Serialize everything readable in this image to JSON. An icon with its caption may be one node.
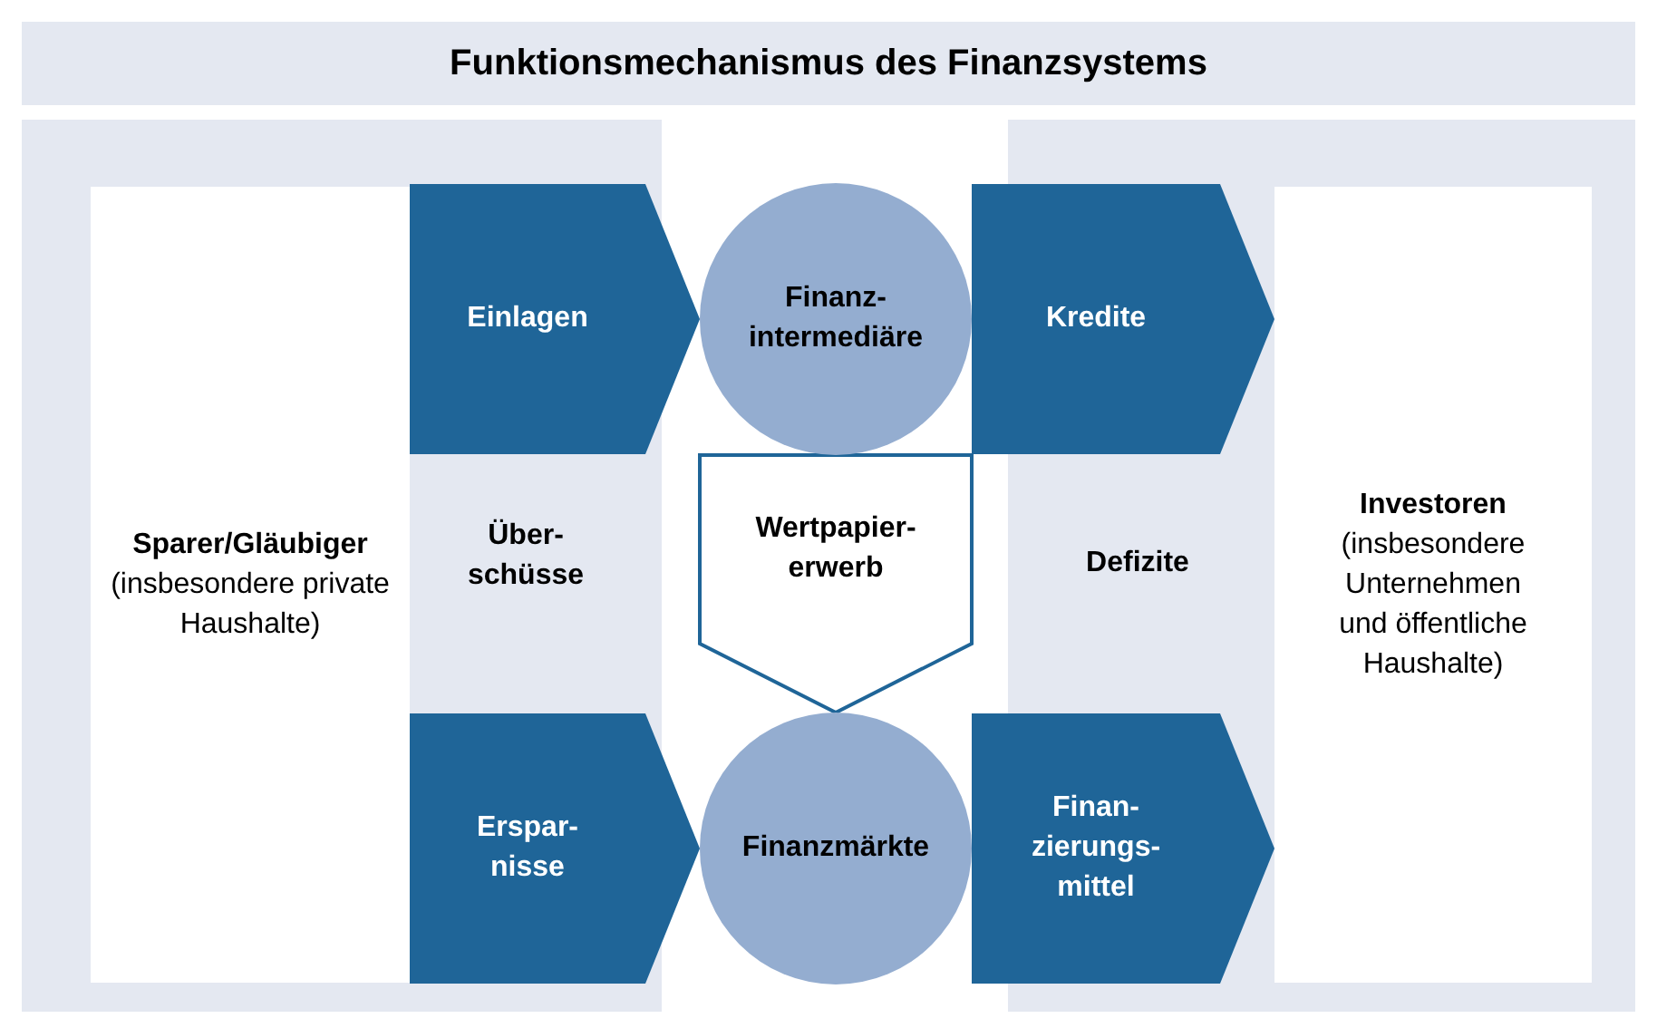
{
  "diagram": {
    "title": "Funktionsmechanismus des Finanzsystems",
    "nodes": [
      {
        "text": [
          "Sparer/Gläubiger",
          "(insbesondere private Haushalte)"
        ]
      },
      {
        "text": [
          "Finanz- intermediäre"
        ]
      },
      {
        "text": [
          "Finanzmärkte"
        ]
      },
      {
        "text": [
          "Investoren",
          "(insbesondere Unternehmen und öffentliche Haushalte)"
        ]
      }
    ],
    "edges": [
      {
        "from": 0,
        "to": 1,
        "arrow": "to",
        "label": "Einlagen"
      },
      {
        "from": 0,
        "to": 2,
        "arrow": "to",
        "label": "Erspar- nisse"
      },
      {
        "from": 1,
        "to": 2,
        "arrow": "to",
        "label": "Wertpapier- erwerb"
      },
      {
        "from": 1,
        "to": 3,
        "arrow": "to",
        "label": "Kredite"
      },
      {
        "from": 2,
        "to": 3,
        "arrow": "to",
        "label": "Finan- zierungs- mittel"
      }
    ],
    "labels": [
      "Über- schüsse",
      "Defizite"
    ]
  }
}
